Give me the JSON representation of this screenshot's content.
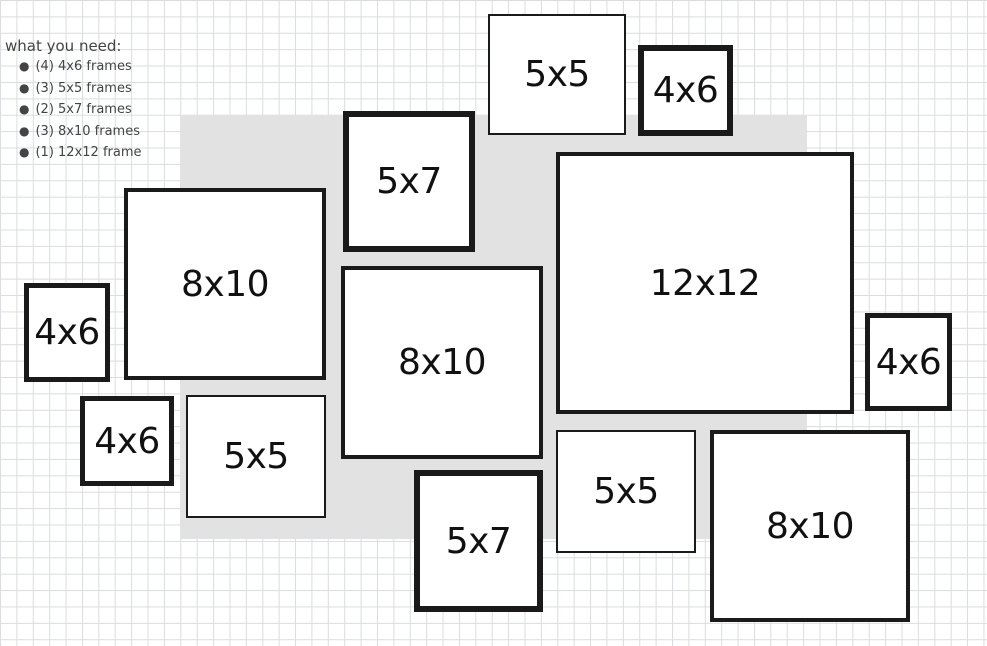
{
  "needs": {
    "title": "what you need:",
    "items": [
      "(4) 4x6 frames",
      "(3) 5x5 frames",
      "(2) 5x7 frames",
      "(3) 8x10 frames",
      "(1) 12x12 frame"
    ]
  },
  "frames": {
    "top_5x5": "5x5",
    "top_4x6": "4x6",
    "upper_5x7": "5x7",
    "left_8x10": "8x10",
    "left_4x6": "4x6",
    "lower_left_4x6": "4x6",
    "lower_left_5x5": "5x5",
    "center_8x10": "8x10",
    "bottom_5x7": "5x7",
    "large_12x12": "12x12",
    "right_4x6": "4x6",
    "lower_5x5": "5x5",
    "bottom_right_8x10": "8x10"
  }
}
